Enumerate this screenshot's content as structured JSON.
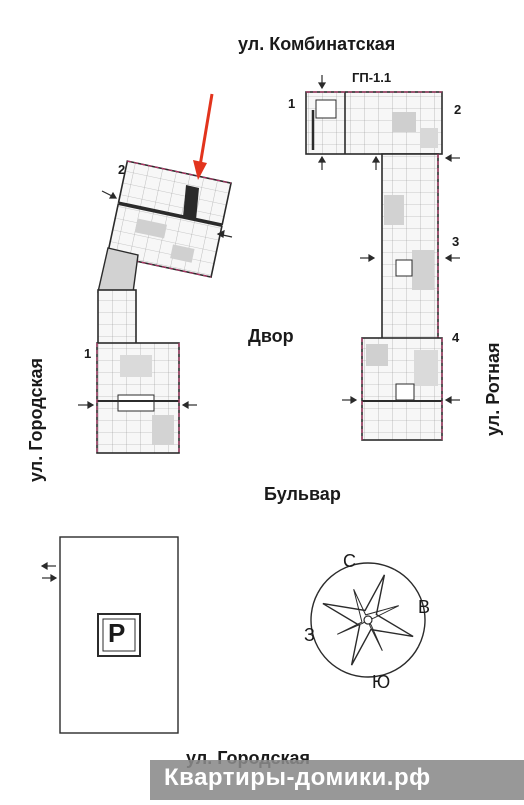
{
  "streets": {
    "top": "ул. Комбинатская",
    "left": "ул. Городская",
    "right": "ул. Ротная",
    "bulvar": "Бульвар",
    "bottom": "ул. Городская"
  },
  "building_code": "ГП-1.1",
  "courtyard": "Двор",
  "sections": {
    "left_top": "2",
    "left_bottom": "1",
    "right_1": "1",
    "right_2": "2",
    "right_3": "3",
    "right_4": "4"
  },
  "parking_symbol": "P",
  "compass": {
    "north": "С",
    "east": "В",
    "south": "Ю",
    "west": "З"
  },
  "watermark": "Квартиры-домики.рф",
  "colors": {
    "wall": "#2b2b2b",
    "room_fill": "#f4f4f4",
    "dark_room": "#c9c9c9",
    "facade_accent": "#c0306a",
    "arrow_red": "#e2341d",
    "highlight_unit": "#2a2a2a"
  }
}
